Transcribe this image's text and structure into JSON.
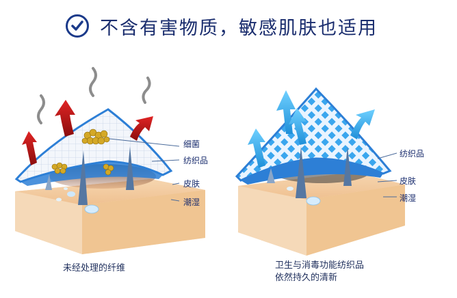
{
  "header": {
    "title": "不含有害物质，敏感肌肤也适用",
    "icon": "check-icon"
  },
  "left_panel": {
    "labels": {
      "bacteria": "细菌",
      "fabric": "纺织品",
      "skin": "皮肤",
      "moisture": "潮湿"
    },
    "caption": "未经处理的纤维"
  },
  "right_panel": {
    "labels": {
      "fabric": "纺织品",
      "skin": "皮肤",
      "moisture": "潮湿"
    },
    "caption_line1": "卫生与消毒功能纺织品",
    "caption_line2": "依然持久的清新"
  },
  "colors": {
    "title": "#1a2d6e",
    "check": "#1b3a8a",
    "skin": "#f0c89a",
    "fabric_blue": "#2d7fd6",
    "arrow_red": "#c41a1a",
    "arrow_blue": "#2aa7e8",
    "bacteria": "#d4a826"
  }
}
